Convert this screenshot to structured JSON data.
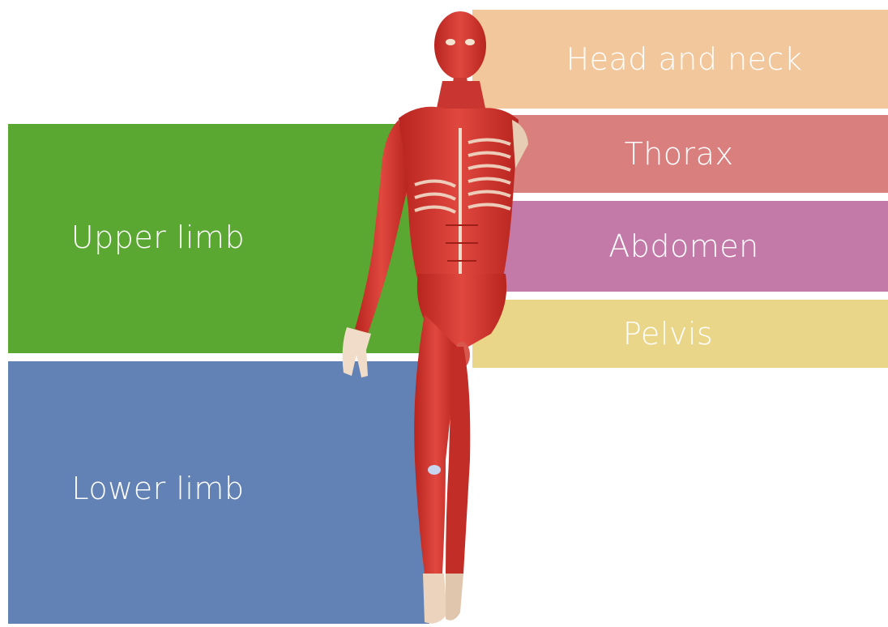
{
  "regions": {
    "head_and_neck": {
      "label": "Head and neck",
      "color": "#F2C79C"
    },
    "thorax": {
      "label": "Thorax",
      "color": "#D9807F"
    },
    "abdomen": {
      "label": "Abdomen",
      "color": "#C47AA9"
    },
    "pelvis": {
      "label": "Pelvis",
      "color": "#EAD688"
    },
    "upper_limb": {
      "label": "Upper limb",
      "color": "#5AA832"
    },
    "lower_limb": {
      "label": "Lower limb",
      "color": "#6282B5"
    }
  },
  "figure": {
    "icon": "muscular-anatomy-figure",
    "color": "#D2352F"
  }
}
